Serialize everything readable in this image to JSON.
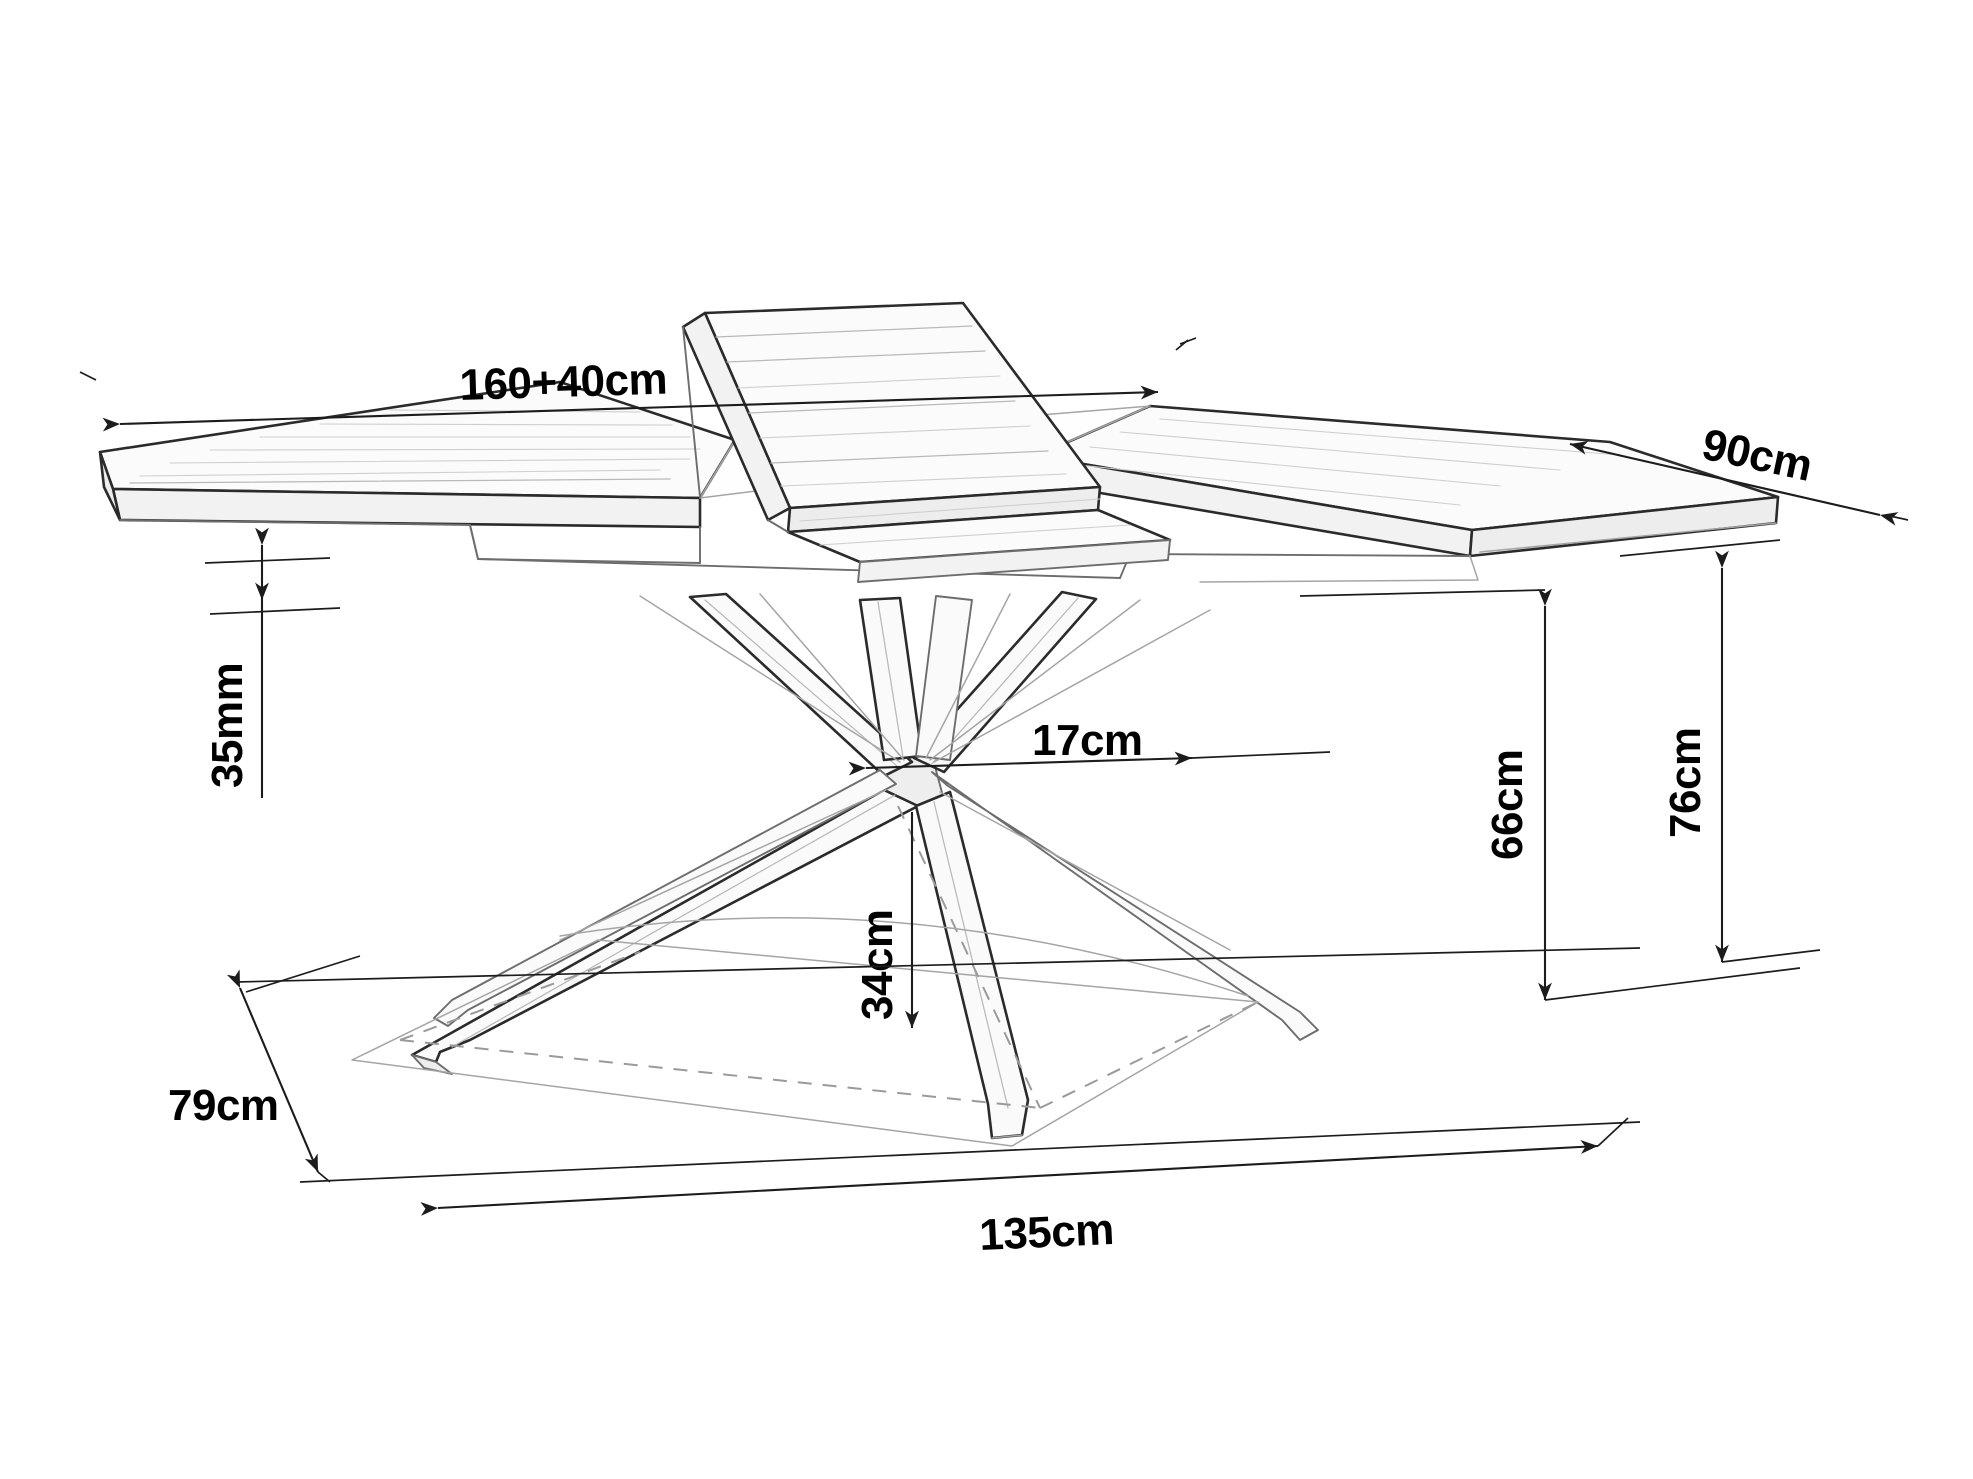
{
  "drawing": {
    "title": "Extendable dining table — dimensioned orthographic/perspective drawing",
    "subject": "extendable-dining-table",
    "background_color": "#ffffff",
    "line_color": "#2b2b2b",
    "text_color": "#000000",
    "hidden_line_color": "#9a9a9a"
  },
  "dimensions": {
    "length": {
      "id": "length",
      "label": "160+40cm",
      "value_text": "160+40cm",
      "base_cm": 160,
      "extension_cm": 40,
      "unit": "cm",
      "orientation": "horizontal",
      "arrow_style": "double",
      "location": "top-left tabletop long edge"
    },
    "width": {
      "id": "width",
      "label": "90cm",
      "value_text": "90cm",
      "value": 90,
      "unit": "cm",
      "orientation": "diagonal",
      "arrow_style": "double",
      "location": "top-right tabletop short edge"
    },
    "top_thickness": {
      "id": "top_thickness",
      "label": "35mm",
      "value_text": "35mm",
      "value": 35,
      "unit": "mm",
      "orientation": "vertical-rotated",
      "arrow_style": "double",
      "location": "left tabletop edge thickness"
    },
    "base_node_width": {
      "id": "base_node_width",
      "label": "17cm",
      "value_text": "17cm",
      "value": 17,
      "unit": "cm",
      "orientation": "horizontal",
      "arrow_style": "double",
      "location": "central crossing node of spider base"
    },
    "node_height": {
      "id": "node_height",
      "label": "34cm",
      "value_text": "34cm",
      "value": 34,
      "unit": "cm",
      "orientation": "vertical-rotated",
      "arrow_style": "single-down",
      "location": "from base node down to floor plane"
    },
    "apron_clearance": {
      "id": "apron_clearance",
      "label": "66cm",
      "value_text": "66cm",
      "value": 66,
      "unit": "cm",
      "orientation": "vertical-rotated",
      "arrow_style": "double",
      "location": "floor to underside of tabletop apron"
    },
    "table_height": {
      "id": "table_height",
      "label": "76cm",
      "value_text": "76cm",
      "value": 76,
      "unit": "cm",
      "orientation": "vertical-rotated",
      "arrow_style": "double",
      "location": "floor to top surface of tabletop"
    },
    "foot_depth": {
      "id": "foot_depth",
      "label": "79cm",
      "value_text": "79cm",
      "value": 79,
      "unit": "cm",
      "orientation": "diagonal",
      "arrow_style": "double",
      "location": "base footprint depth, bottom-left"
    },
    "foot_span": {
      "id": "foot_span",
      "label": "135cm",
      "value_text": "135cm",
      "value": 135,
      "unit": "cm",
      "orientation": "horizontal",
      "arrow_style": "double",
      "location": "base footprint span, bottom"
    }
  },
  "parts": {
    "tabletop_left_leaf": "left sliding extension panel",
    "tabletop_right_leaf": "right sliding extension panel",
    "butterfly_leaf": "hinged centre insert leaf shown raised",
    "apron": "tabletop underside apron rail",
    "spider_base": "four-leg crossed star base",
    "floor_footprint": "dashed floor footprint rectangle"
  }
}
